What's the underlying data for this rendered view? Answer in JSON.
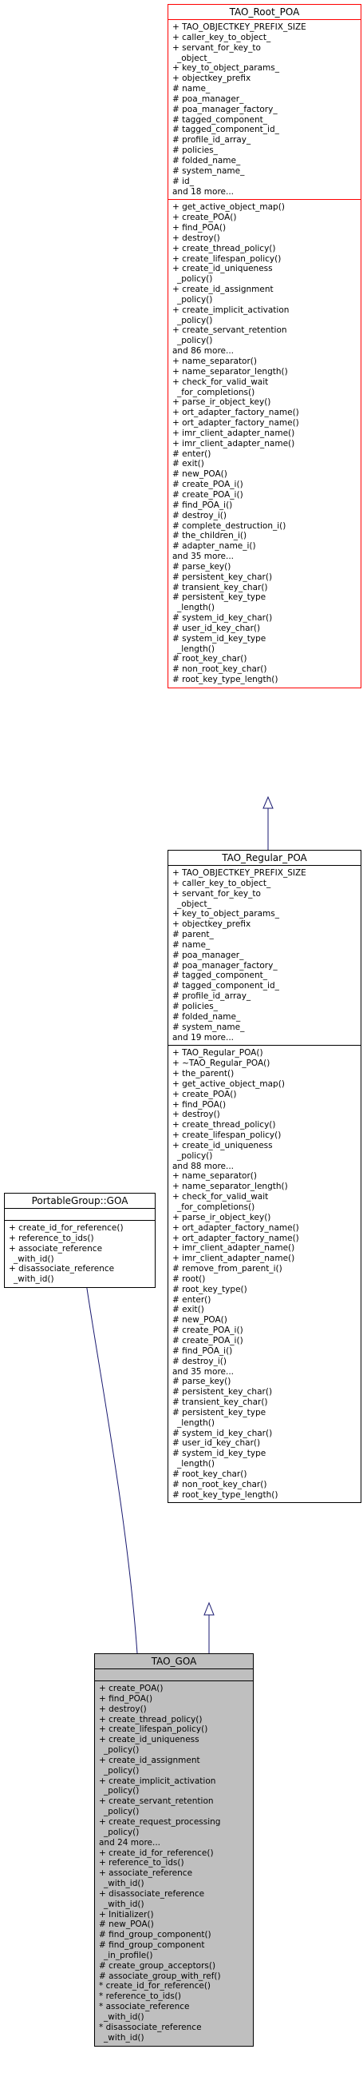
{
  "classes": {
    "root_poa": {
      "name": "TAO_Root_POA",
      "attributes": [
        "+ TAO_OBJECTKEY_PREFIX_SIZE",
        "+ caller_key_to_object_",
        "+ servant_for_key_to",
        "_object_",
        "+ key_to_object_params_",
        "+ objectkey_prefix",
        "# name_",
        "# poa_manager_",
        "# poa_manager_factory_",
        "# tagged_component_",
        "# tagged_component_id_",
        "# profile_id_array_",
        "# policies_",
        "# folded_name_",
        "# system_name_",
        "# id_",
        "and 18 more..."
      ],
      "operations": [
        "+ get_active_object_map()",
        "+ create_POA()",
        "+ find_POA()",
        "+ destroy()",
        "+ create_thread_policy()",
        "+ create_lifespan_policy()",
        "+ create_id_uniqueness",
        "_policy()",
        "+ create_id_assignment",
        "_policy()",
        "+ create_implicit_activation",
        "_policy()",
        "+ create_servant_retention",
        "_policy()",
        "and 86 more...",
        "+ name_separator()",
        "+ name_separator_length()",
        "+ check_for_valid_wait",
        "_for_completions()",
        "+ parse_ir_object_key()",
        "+ ort_adapter_factory_name()",
        "+ ort_adapter_factory_name()",
        "+ imr_client_adapter_name()",
        "+ imr_client_adapter_name()",
        "# enter()",
        "# exit()",
        "# new_POA()",
        "# create_POA_i()",
        "# create_POA_i()",
        "# find_POA_i()",
        "# destroy_i()",
        "# complete_destruction_i()",
        "# the_children_i()",
        "# adapter_name_i()",
        "and 35 more...",
        "# parse_key()",
        "# persistent_key_char()",
        "# transient_key_char()",
        "# persistent_key_type",
        "_length()",
        "# system_id_key_char()",
        "# user_id_key_char()",
        "# system_id_key_type",
        "_length()",
        "# root_key_char()",
        "# non_root_key_char()",
        "# root_key_type_length()"
      ]
    },
    "regular_poa": {
      "name": "TAO_Regular_POA",
      "attributes": [
        "+ TAO_OBJECTKEY_PREFIX_SIZE",
        "+ caller_key_to_object_",
        "+ servant_for_key_to",
        "_object_",
        "+ key_to_object_params_",
        "+ objectkey_prefix",
        "# parent_",
        "# name_",
        "# poa_manager_",
        "# poa_manager_factory_",
        "# tagged_component_",
        "# tagged_component_id_",
        "# profile_id_array_",
        "# policies_",
        "# folded_name_",
        "# system_name_",
        "and 19 more..."
      ],
      "operations": [
        "+ TAO_Regular_POA()",
        "+ ~TAO_Regular_POA()",
        "+ the_parent()",
        "+ get_active_object_map()",
        "+ create_POA()",
        "+ find_POA()",
        "+ destroy()",
        "+ create_thread_policy()",
        "+ create_lifespan_policy()",
        "+ create_id_uniqueness",
        "_policy()",
        "and 88 more...",
        "+ name_separator()",
        "+ name_separator_length()",
        "+ check_for_valid_wait",
        "_for_completions()",
        "+ parse_ir_object_key()",
        "+ ort_adapter_factory_name()",
        "+ ort_adapter_factory_name()",
        "+ imr_client_adapter_name()",
        "+ imr_client_adapter_name()",
        "# remove_from_parent_i()",
        "# root()",
        "# root_key_type()",
        "# enter()",
        "# exit()",
        "# new_POA()",
        "# create_POA_i()",
        "# create_POA_i()",
        "# find_POA_i()",
        "# destroy_i()",
        "and 35 more...",
        "# parse_key()",
        "# persistent_key_char()",
        "# transient_key_char()",
        "# persistent_key_type",
        "_length()",
        "# system_id_key_char()",
        "# user_id_key_char()",
        "# system_id_key_type",
        "_length()",
        "# root_key_char()",
        "# non_root_key_char()",
        "# root_key_type_length()"
      ]
    },
    "portable_goa": {
      "name": "PortableGroup::GOA",
      "attributes": [],
      "operations": [
        "+ create_id_for_reference()",
        "+ reference_to_ids()",
        "+ associate_reference",
        "_with_id()",
        "+ disassociate_reference",
        "_with_id()"
      ]
    },
    "tao_goa": {
      "name": "TAO_GOA",
      "attributes": [],
      "operations": [
        "+ create_POA()",
        "+ find_POA()",
        "+ destroy()",
        "+ create_thread_policy()",
        "+ create_lifespan_policy()",
        "+ create_id_uniqueness",
        "_policy()",
        "+ create_id_assignment",
        "_policy()",
        "+ create_implicit_activation",
        "_policy()",
        "+ create_servant_retention",
        "_policy()",
        "+ create_request_processing",
        "_policy()",
        "and 24 more...",
        "+ create_id_for_reference()",
        "+ reference_to_ids()",
        "+ associate_reference",
        "_with_id()",
        "+ disassociate_reference",
        "_with_id()",
        "+ Initializer()",
        "# new_POA()",
        "# find_group_component()",
        "# find_group_component",
        "_in_profile()",
        "# create_group_acceptors()",
        "# associate_group_with_ref()",
        "* create_id_for_reference()",
        "* reference_to_ids()",
        "* associate_reference",
        "_with_id()",
        "* disassociate_reference",
        "_with_id()"
      ]
    }
  }
}
